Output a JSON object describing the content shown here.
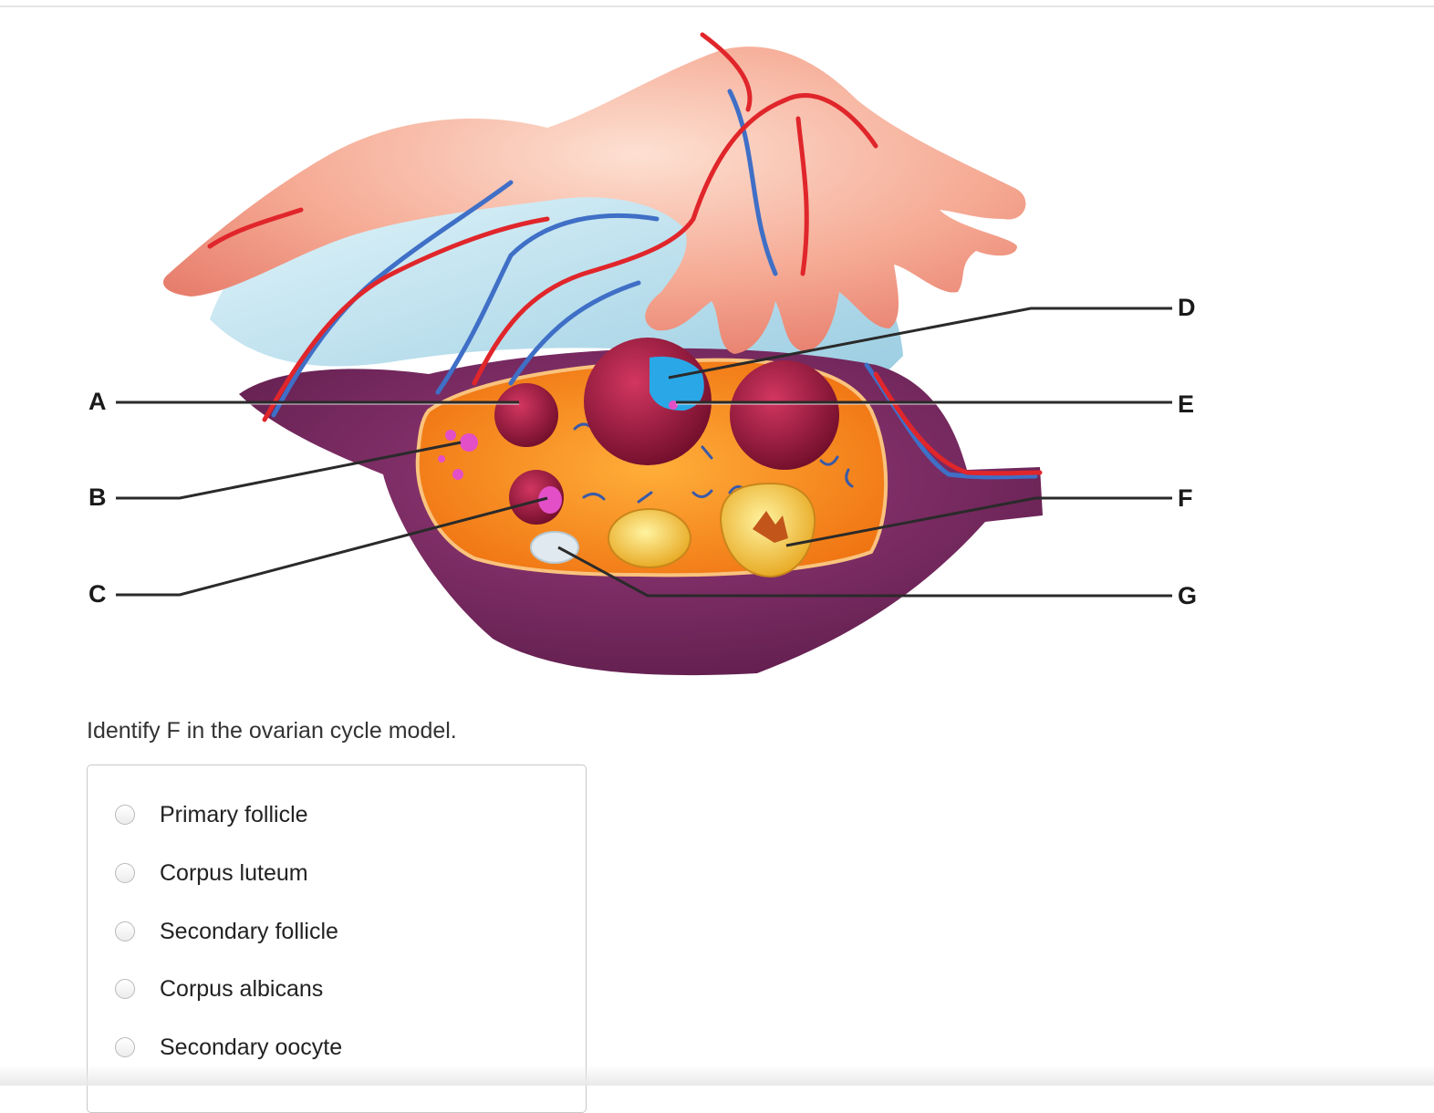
{
  "diagram": {
    "labels": [
      "A",
      "B",
      "C",
      "D",
      "E",
      "F",
      "G"
    ],
    "colors": {
      "tube": "#f2a48e",
      "ovary": "#7c2a63",
      "cortex": "#f7891f",
      "follicle": "#a8163e",
      "antrum": "#2aa7e6",
      "corpus_luteum": "#f3cc2e",
      "corpus_albicans": "#dfe9ef",
      "primordial": "#e24fc7"
    }
  },
  "question": {
    "text": "Identify F in the ovarian cycle model."
  },
  "options": [
    "Primary follicle",
    "Corpus luteum",
    "Secondary follicle",
    "Corpus albicans",
    "Secondary oocyte"
  ]
}
